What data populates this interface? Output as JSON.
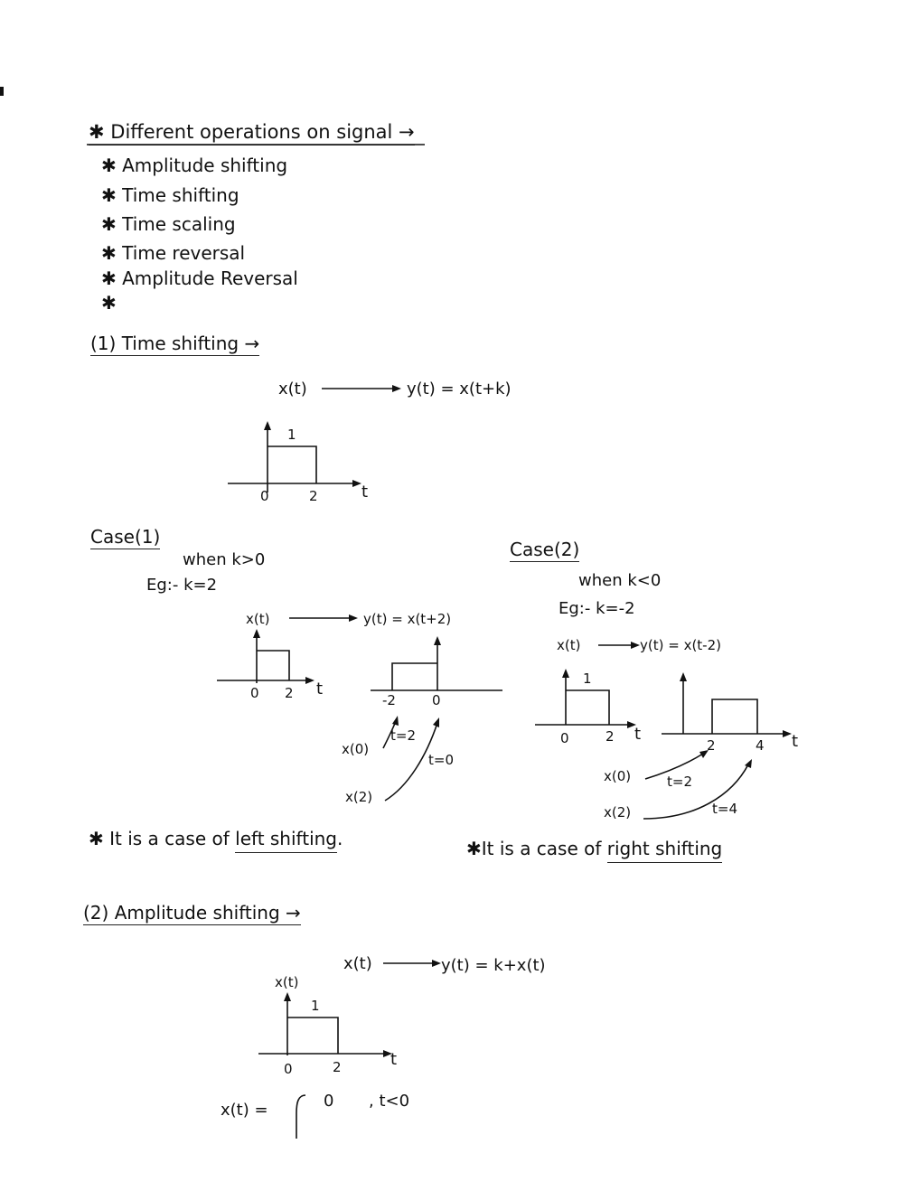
{
  "heading": "✱ Different operations on signal →",
  "operations": [
    "✱ Amplitude shifting",
    "✱ Time shifting",
    "✱ Time scaling",
    "✱ Time reversal",
    "✱ Amplitude Reversal",
    "✱"
  ],
  "section1": {
    "title": "(1) Time shifting →",
    "eq_left": "x(t)",
    "eq_right": "y(t) = x(t+k)",
    "base_plot": {
      "amp": "1",
      "t0": "0",
      "t1": "2",
      "axis": "t"
    },
    "case1": {
      "title": "Case(1)",
      "cond": "when k>0",
      "eg": "Eg:- k=2",
      "eq_left": "x(t)",
      "eq_right": "y(t) = x(t+2)",
      "ticks_a": [
        "0",
        "2"
      ],
      "axis": "t",
      "ticks_b": [
        "-2",
        "0"
      ],
      "map_x0": "x(0)",
      "map_x2": "x(2)",
      "map_t_a": "t=2",
      "map_t_b": "t=0",
      "note_prefix": "✱ It is a case of ",
      "note_ul": "left shifting",
      "note_suffix": "."
    },
    "case2": {
      "title": "Case(2)",
      "cond": "when k<0",
      "eg": "Eg:- k=-2",
      "eq_left": "x(t)",
      "eq_right": "y(t) = x(t-2)",
      "amp": "1",
      "ticks_a": [
        "0",
        "2"
      ],
      "axis": "t",
      "ticks_b": [
        "2",
        "4"
      ],
      "map_x0": "x(0)",
      "map_x2": "x(2)",
      "map_t_a": "t=2",
      "map_t_b": "t=4",
      "note_prefix": "✱It is a case of ",
      "note_ul": "right shifting"
    }
  },
  "section2": {
    "title": "(2) Amplitude shifting →",
    "eq_left": "x(t)",
    "eq_right": "y(t) = k+x(t)",
    "ylabel": "x(t)",
    "amp": "1",
    "ticks": [
      "0",
      "2"
    ],
    "axis": "t",
    "piecewise_lhs": "x(t) =",
    "piecewise_val": "0",
    "piecewise_cond": ", t<0"
  }
}
